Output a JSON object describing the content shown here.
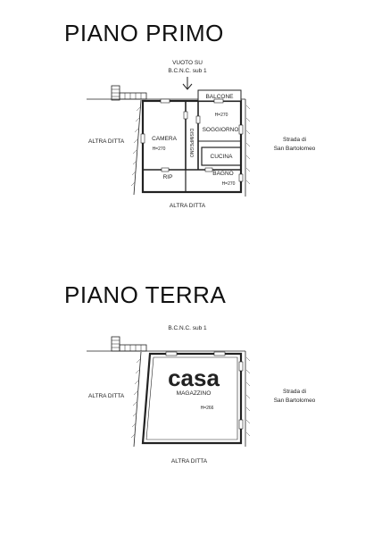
{
  "first_floor": {
    "title": "PIANO PRIMO",
    "top_label_line1": "VUOTO SU",
    "top_label_line2": "B.C.N.C. sub 1",
    "left_label": "ALTRA DITTA",
    "bottom_label": "ALTRA DITTA",
    "right_label_line1": "Strada di",
    "right_label_line2": "San Bartolomeo",
    "rooms": {
      "balcone": "BALCONE",
      "camera": "CAMERA",
      "camera_height": "H=270",
      "disimpegno": "DISIMPEGNO",
      "soggiorno": "SOGGIORNO",
      "soggiorno_height": "H=270",
      "cucina": "CUCINA",
      "rip": "RIP",
      "bagno": "BAGNO",
      "bagno_height": "H=270"
    }
  },
  "ground_floor": {
    "title": "PIANO TERRA",
    "top_label": "B.C.N.C. sub 1",
    "left_label": "ALTRA DITTA",
    "bottom_label": "ALTRA DITTA",
    "right_label_line1": "Strada di",
    "right_label_line2": "San Bartolomeo",
    "rooms": {
      "magazzino": "MAGAZZINO",
      "magazzino_height": "H=266"
    },
    "watermark": "casa"
  }
}
